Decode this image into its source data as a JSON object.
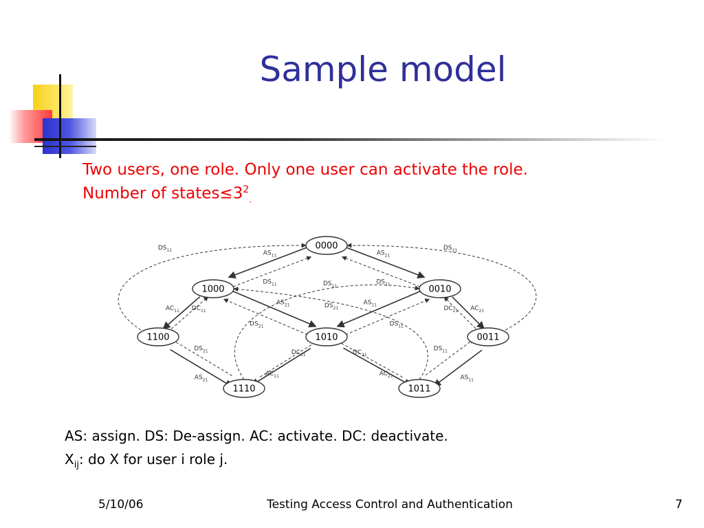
{
  "slide": {
    "title": "Sample model",
    "line1": "Two users, one role. Only one user can activate the role.",
    "line2_prefix": "Number of states≤3",
    "line2_sup": "2",
    "line2_suffix": "."
  },
  "diagram": {
    "states": [
      "0000",
      "1000",
      "0010",
      "1100",
      "1010",
      "0011",
      "1110",
      "1011"
    ],
    "edges": [
      {
        "from": "0000",
        "to": "1000",
        "label": "AS",
        "sub": "11",
        "style": "solid"
      },
      {
        "from": "1000",
        "to": "0000",
        "label": "DS",
        "sub": "11",
        "style": "dashed"
      },
      {
        "from": "0000",
        "to": "0010",
        "label": "AS",
        "sub": "21",
        "style": "solid"
      },
      {
        "from": "0010",
        "to": "0000",
        "label": "DS",
        "sub": "21",
        "style": "dashed"
      },
      {
        "from": "1100",
        "to": "0000",
        "label": "DS",
        "sub": "11",
        "style": "dashed"
      },
      {
        "from": "0011",
        "to": "0000",
        "label": "DS",
        "sub": "21",
        "style": "dashed"
      },
      {
        "from": "1000",
        "to": "1100",
        "label": "AC",
        "sub": "11",
        "style": "solid"
      },
      {
        "from": "1100",
        "to": "1000",
        "label": "DC",
        "sub": "11",
        "style": "dashed"
      },
      {
        "from": "1000",
        "to": "1010",
        "label": "AS",
        "sub": "21",
        "style": "solid"
      },
      {
        "from": "1010",
        "to": "1000",
        "label": "DS",
        "sub": "21",
        "style": "dashed"
      },
      {
        "from": "0010",
        "to": "1010",
        "label": "AS",
        "sub": "11",
        "style": "solid"
      },
      {
        "from": "1010",
        "to": "0010",
        "label": "DS",
        "sub": "11",
        "style": "dashed"
      },
      {
        "from": "0010",
        "to": "0011",
        "label": "AC",
        "sub": "21",
        "style": "solid"
      },
      {
        "from": "0011",
        "to": "0010",
        "label": "DC",
        "sub": "21",
        "style": "dashed"
      },
      {
        "from": "1100",
        "to": "1110",
        "label": "AS",
        "sub": "21",
        "style": "solid"
      },
      {
        "from": "1110",
        "to": "1100",
        "label": "DS",
        "sub": "21",
        "style": "dashed"
      },
      {
        "from": "1010",
        "to": "1110",
        "label": "AC",
        "sub": "11",
        "style": "solid"
      },
      {
        "from": "1110",
        "to": "1010",
        "label": "DC",
        "sub": "11",
        "style": "dashed"
      },
      {
        "from": "1010",
        "to": "1011",
        "label": "AC",
        "sub": "21",
        "style": "solid"
      },
      {
        "from": "1011",
        "to": "1010",
        "label": "DC",
        "sub": "21",
        "style": "dashed"
      },
      {
        "from": "0011",
        "to": "1011",
        "label": "AS",
        "sub": "11",
        "style": "solid"
      },
      {
        "from": "1011",
        "to": "0011",
        "label": "DS",
        "sub": "11",
        "style": "dashed"
      },
      {
        "from": "1110",
        "to": "0010",
        "label": "DS",
        "sub": "11",
        "style": "dashed"
      },
      {
        "from": "1011",
        "to": "1000",
        "label": "DS",
        "sub": "21",
        "style": "dashed"
      }
    ]
  },
  "legend": {
    "line1": "AS: assign. DS: De-assign. AC: activate. DC: deactivate.",
    "line2_x": "X",
    "line2_sub": "ij",
    "line2_rest": ": do X for user i role j."
  },
  "footer": {
    "date": "5/10/06",
    "title": "Testing Access Control and Authentication",
    "page": "7"
  },
  "colors": {
    "title": "#2f2f9a",
    "highlight_text": "#ee0000",
    "body_text": "#000000"
  }
}
